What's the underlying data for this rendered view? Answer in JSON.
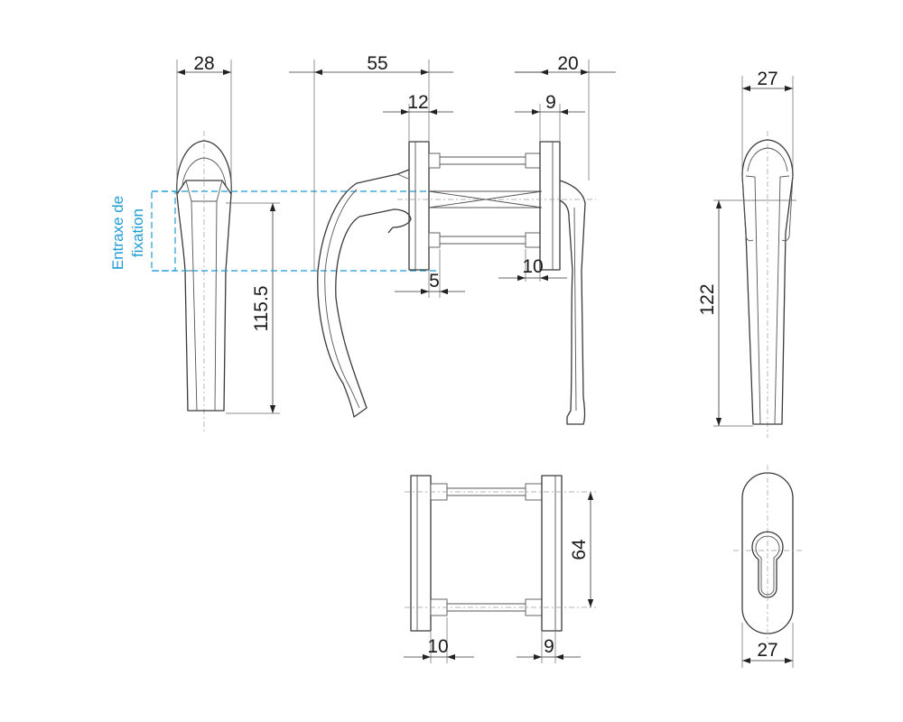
{
  "dimensions": {
    "front_width": "28",
    "front_height": "115.5",
    "side_reach": "55",
    "rose_thickness": "12",
    "rose_offset": "5",
    "outer_depth": "20",
    "outer_plate": "9",
    "outer_gap": "10",
    "right_width": "27",
    "right_height": "122",
    "plan_spacing": "64",
    "plan_left": "10",
    "plan_right": "9",
    "cover_width": "27"
  },
  "annotation": {
    "line1": "Entraxe de",
    "line2": "fixation"
  },
  "colors": {
    "stroke": "#3a3a3a",
    "accent": "#1f9bd6"
  }
}
